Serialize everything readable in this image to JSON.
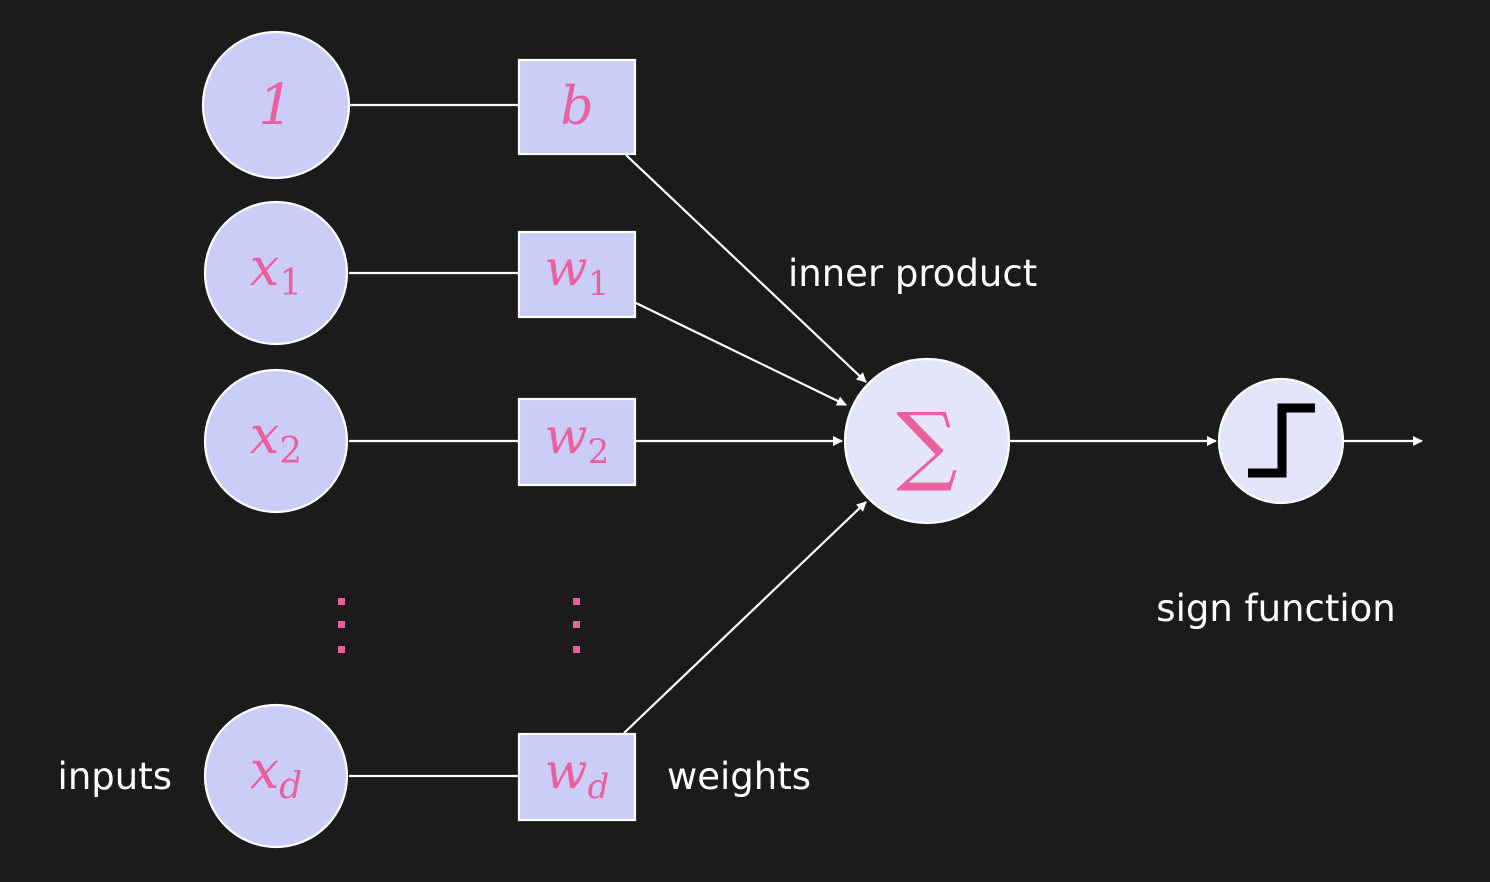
{
  "colors": {
    "background": "#1b1b1b",
    "node_fill": "#ccccf8",
    "sum_fill": "#e4e4fa",
    "node_stroke": "#ffffff",
    "math_text": "#e8609e",
    "edge": "#ffffff",
    "step_icon": "#000000"
  },
  "inputs": [
    {
      "base": "1",
      "sub": ""
    },
    {
      "base": "x",
      "sub": "1"
    },
    {
      "base": "x",
      "sub": "2"
    },
    {
      "base": "x",
      "sub": "d"
    }
  ],
  "weights": [
    {
      "base": "b",
      "sub": ""
    },
    {
      "base": "w",
      "sub": "1"
    },
    {
      "base": "w",
      "sub": "2"
    },
    {
      "base": "w",
      "sub": "d"
    }
  ],
  "sum_symbol": "∑",
  "step_icon": "step-function-icon",
  "labels": {
    "inputs": "inputs",
    "weights": "weights",
    "inner_product": "inner product",
    "sign_function": "sign function"
  }
}
